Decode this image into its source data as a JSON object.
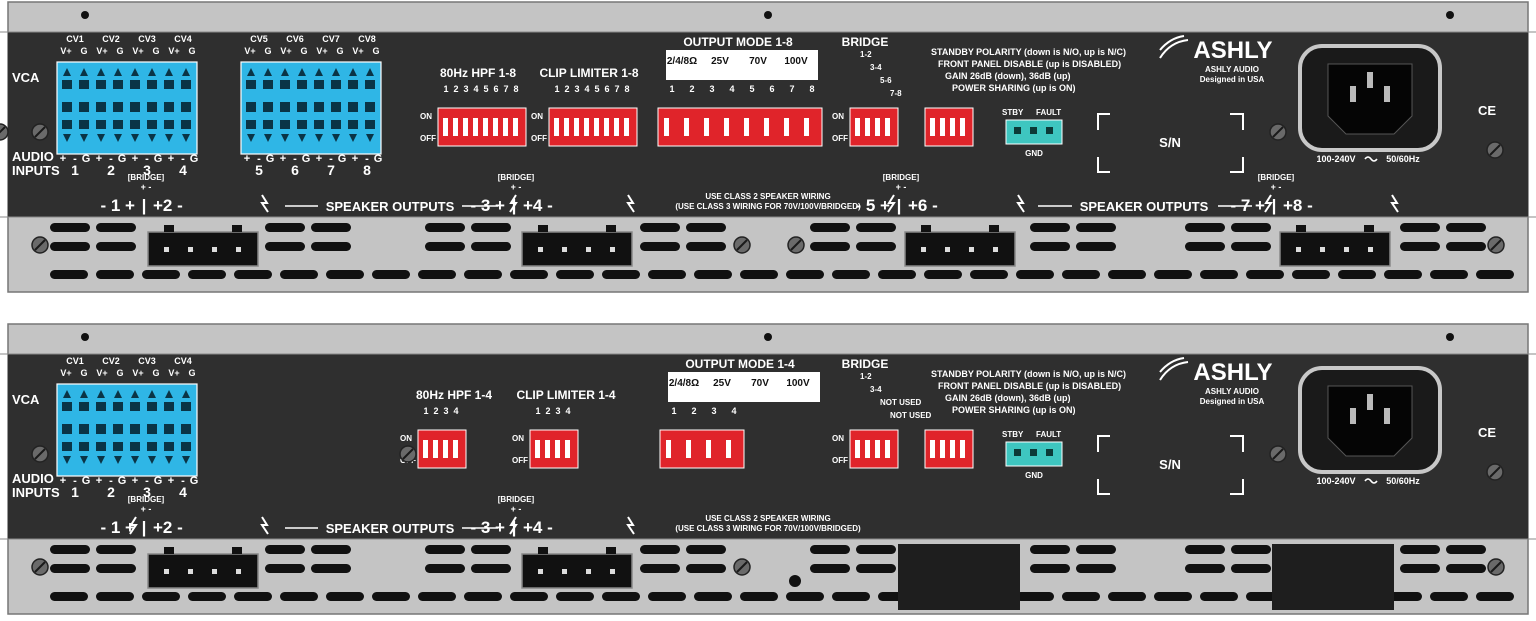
{
  "colors": {
    "chassis": "#c4c4c4",
    "panel": "#2f2f2f",
    "terminal_blue": "#2fb6e6",
    "dip_red": "#e0242a",
    "led_teal": "#3ec6c0",
    "text": "#ffffff"
  },
  "brand": {
    "logo": "ASHLY",
    "line1": "ASHLY AUDIO",
    "line2": "Designed in USA"
  },
  "common": {
    "vca": "VCA",
    "audio": "AUDIO",
    "inputs": "INPUTS",
    "on": "ON",
    "off": "OFF",
    "bridge_title": "BRIDGE",
    "bridge_tag": "[BRIDGE]",
    "speaker_outputs": "SPEAKER OUTPUTS",
    "class2": "USE CLASS 2 SPEAKER WIRING",
    "class3": "(USE CLASS 3 WIRING FOR 70V/100V/BRIDGED)",
    "sw_standby": "STANDBY POLARITY (down is N/O, up is N/C)",
    "sw_frontpanel": "FRONT PANEL DISABLE (up is DISABLED)",
    "sw_gain": "GAIN 26dB (down), 36dB (up)",
    "sw_power": "POWER SHARING (up is ON)",
    "stby": "STBY",
    "fault": "FAULT",
    "gnd": "GND",
    "sn": "S/N",
    "power_rating": "100-240V",
    "power_freq": "50/60Hz",
    "ce": "CE",
    "mode_ohm": "2/4/8Ω",
    "mode_25v": "25V",
    "mode_70v": "70V",
    "mode_100v": "100V",
    "cv_vplus": "V+",
    "cv_g": "G",
    "plus": "+",
    "minus": "-",
    "g": "G"
  },
  "units": [
    {
      "hpf": "80Hz HPF 1-8",
      "clip": "CLIP LIMITER 1-8",
      "output_mode": "OUTPUT MODE 1-8",
      "cv": [
        "CV1",
        "CV2",
        "CV3",
        "CV4",
        "CV5",
        "CV6",
        "CV7",
        "CV8"
      ],
      "inputs": [
        "1",
        "2",
        "3",
        "4",
        "5",
        "6",
        "7",
        "8"
      ],
      "dip_numbers": [
        "1",
        "2",
        "3",
        "4",
        "5",
        "6",
        "7",
        "8"
      ],
      "mode_numbers": [
        "1",
        "2",
        "3",
        "4",
        "5",
        "6",
        "7",
        "8"
      ],
      "bridge_pairs": [
        "1-2",
        "3-4",
        "5-6",
        "7-8"
      ],
      "outputs": [
        {
          "left": "1",
          "right": "2"
        },
        {
          "left": "3",
          "right": "4"
        },
        {
          "left": "5",
          "right": "6"
        },
        {
          "left": "7",
          "right": "8"
        }
      ]
    },
    {
      "hpf": "80Hz HPF 1-4",
      "clip": "CLIP LIMITER 1-4",
      "output_mode": "OUTPUT MODE 1-4",
      "cv": [
        "CV1",
        "CV2",
        "CV3",
        "CV4"
      ],
      "inputs": [
        "1",
        "2",
        "3",
        "4"
      ],
      "dip_numbers": [
        "1",
        "2",
        "3",
        "4"
      ],
      "mode_numbers": [
        "1",
        "2",
        "3",
        "4"
      ],
      "bridge_pairs": [
        "1-2",
        "3-4",
        "NOT USED",
        "NOT USED"
      ],
      "outputs": [
        {
          "left": "1",
          "right": "2"
        },
        {
          "left": "3",
          "right": "4"
        }
      ]
    }
  ]
}
